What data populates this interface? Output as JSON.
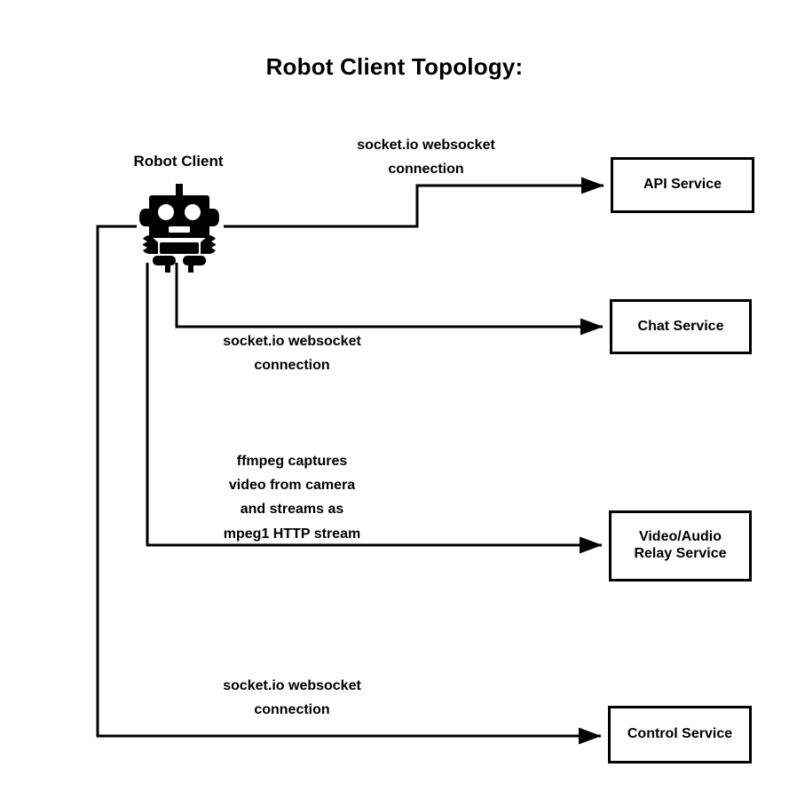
{
  "diagram": {
    "title": "Robot Client Topology:",
    "type": "network-topology",
    "background_color": "#ffffff",
    "stroke_color": "#000000",
    "source": {
      "id": "robot-client",
      "label": "Robot Client",
      "icon": "robot-icon"
    },
    "nodes": [
      {
        "id": "api-service",
        "label": "API Service"
      },
      {
        "id": "chat-service",
        "label": "Chat Service"
      },
      {
        "id": "relay-service",
        "label": "Video/Audio\nRelay Service"
      },
      {
        "id": "control-service",
        "label": "Control Service"
      }
    ],
    "edges": [
      {
        "id": "edge-api",
        "from": "robot-client",
        "to": "api-service",
        "label": "socket.io websocket\nconnection"
      },
      {
        "id": "edge-chat",
        "from": "robot-client",
        "to": "chat-service",
        "label": "socket.io websocket\nconnection"
      },
      {
        "id": "edge-relay",
        "from": "robot-client",
        "to": "relay-service",
        "label": "ffmpeg captures\nvideo from camera\nand streams as\nmpeg1 HTTP stream"
      },
      {
        "id": "edge-control",
        "from": "robot-client",
        "to": "control-service",
        "label": "socket.io websocket\nconnection"
      }
    ]
  }
}
